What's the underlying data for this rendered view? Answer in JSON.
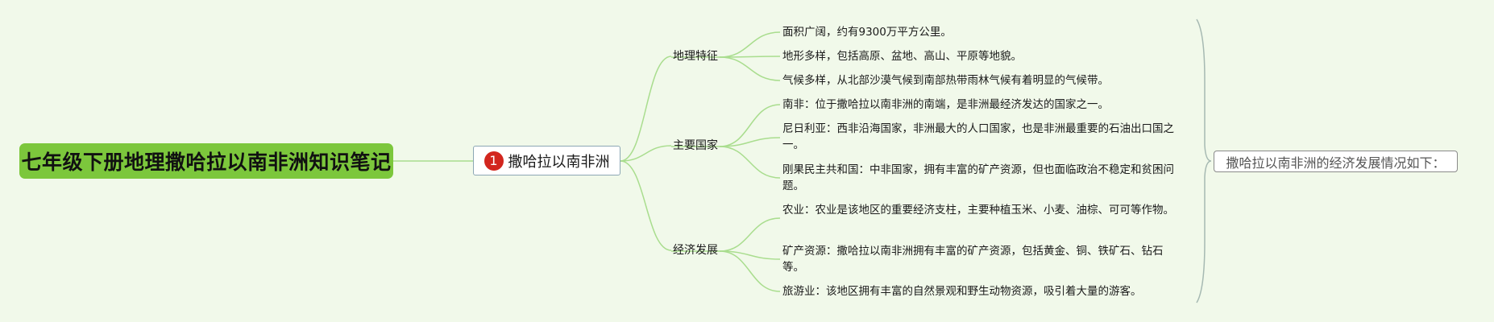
{
  "root": {
    "title": "七年级下册地理撒哈拉以南非洲知识笔记"
  },
  "main": {
    "badge": "1",
    "label": "撒哈拉以南非洲"
  },
  "branches": [
    {
      "label": "地理特征",
      "leaves": [
        "面积广阔，约有9300万平方公里。",
        "地形多样，包括高原、盆地、高山、平原等地貌。",
        "气候多样，从北部沙漠气候到南部热带雨林气候有着明显的气候带。"
      ]
    },
    {
      "label": "主要国家",
      "leaves": [
        "南非：位于撒哈拉以南非洲的南端，是非洲最经济发达的国家之一。",
        "尼日利亚：西非沿海国家，非洲最大的人口国家，也是非洲最重要的石油出口国之一。",
        "刚果民主共和国：中非国家，拥有丰富的矿产资源，但也面临政治不稳定和贫困问题。"
      ]
    },
    {
      "label": "经济发展",
      "leaves": [
        "农业：农业是该地区的重要经济支柱，主要种植玉米、小麦、油棕、可可等作物。",
        "矿产资源：撒哈拉以南非洲拥有丰富的矿产资源，包括黄金、铜、铁矿石、钻石等。",
        "旅游业：该地区拥有丰富的自然景观和野生动物资源，吸引着大量的游客。"
      ]
    }
  ],
  "summary": {
    "label": "撒哈拉以南非洲的经济发展情况如下："
  },
  "colors": {
    "background": "#f1f9ea",
    "root_fill": "#7cc73c",
    "connector": "#a9dd8e",
    "bracket": "#a6b9b2",
    "badge": "#d2261e"
  }
}
